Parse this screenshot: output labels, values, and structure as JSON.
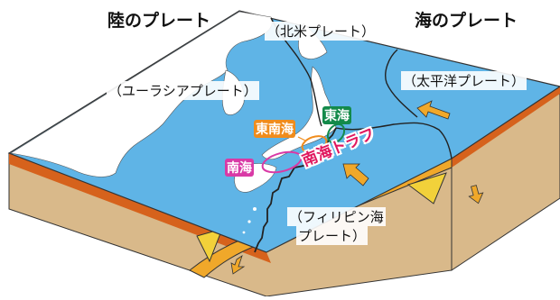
{
  "labels": {
    "continental_plate": "陸のプレート",
    "oceanic_plate": "海のプレート",
    "north_american_plate": "（北米プレート）",
    "eurasian_plate": "（ユーラシアプレート）",
    "pacific_plate": "（太平洋プレート）",
    "philippine_plate_line1": "（フィリピン海",
    "philippine_plate_line2": "プレート）",
    "tokai": "東海",
    "tonankai": "東南海",
    "nankai": "南海",
    "nankai_trough": "南海トラフ"
  },
  "colors": {
    "ocean": "#5fb4e6",
    "land": "#ffffff",
    "crust_top": "#d6621c",
    "mantle": "#d9b98a",
    "tokai": "#138a4a",
    "tonankai": "#f08c1c",
    "nankai": "#d93aa6",
    "trough": "#e0175e",
    "arrow": "#f0a82a"
  }
}
